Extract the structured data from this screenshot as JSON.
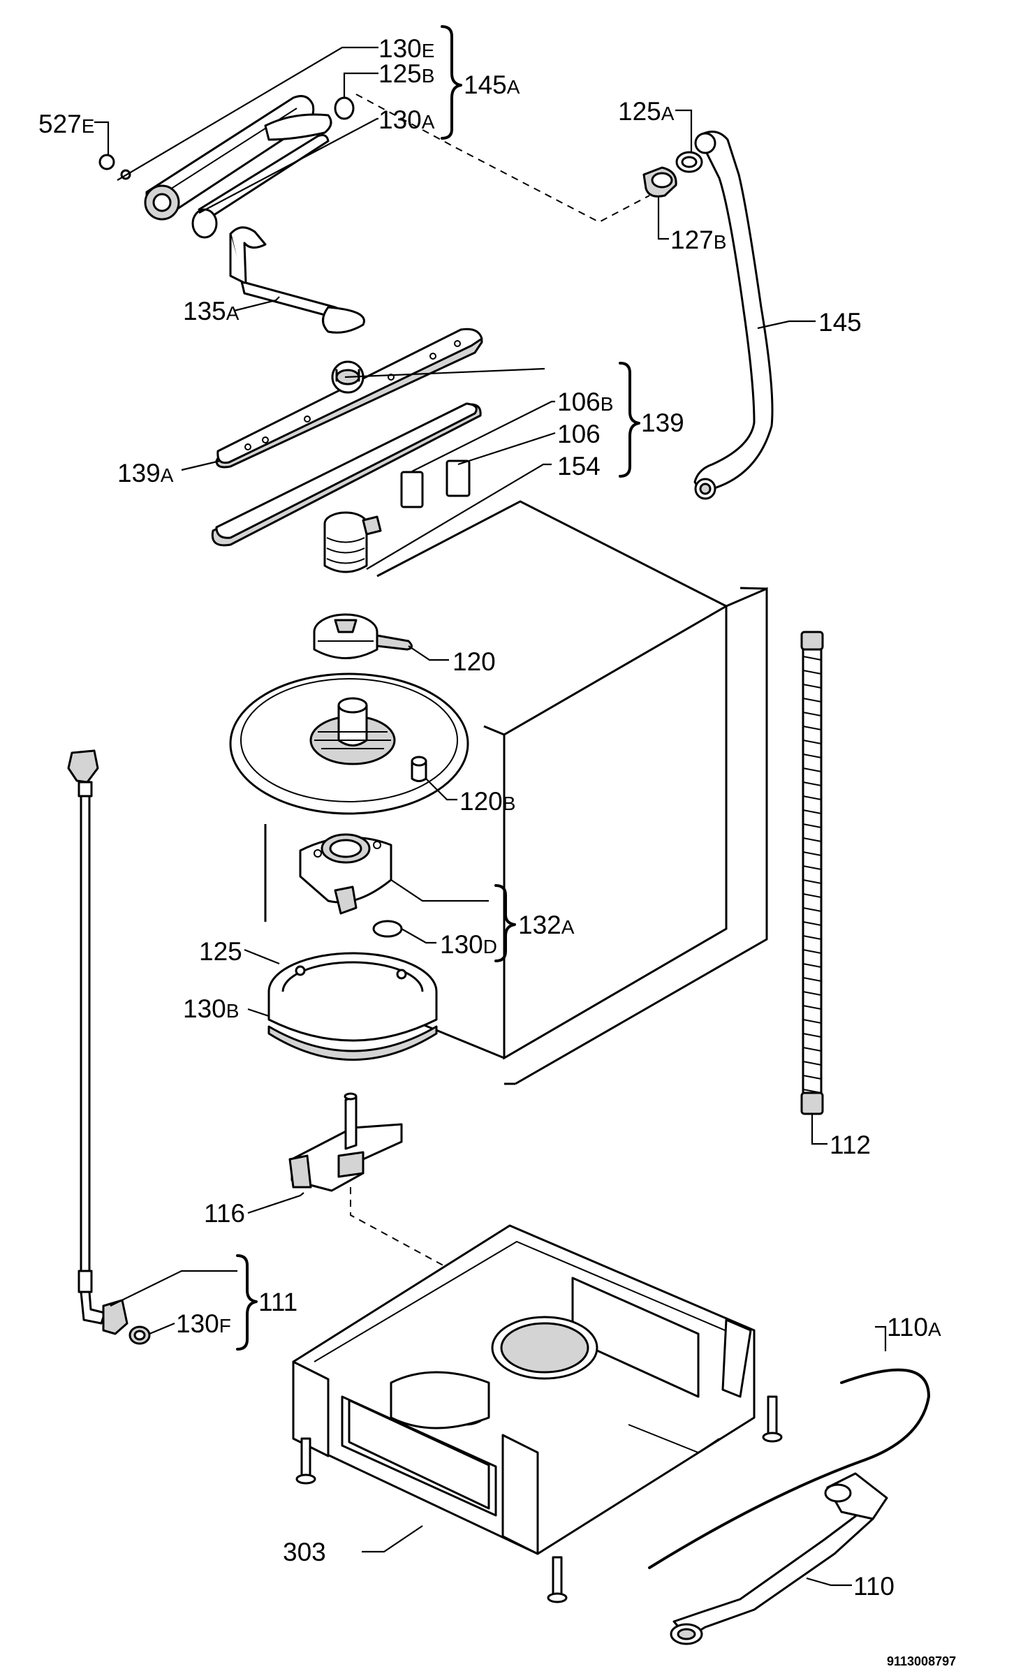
{
  "labels": {
    "l130E": {
      "num": "130",
      "suffix": "E"
    },
    "l125B": {
      "num": "125",
      "suffix": "B"
    },
    "l130A": {
      "num": "130",
      "suffix": "A"
    },
    "l145A": {
      "num": "145",
      "suffix": "A"
    },
    "l527E": {
      "num": "527",
      "suffix": "E"
    },
    "l125A": {
      "num": "125",
      "suffix": "A"
    },
    "l127B": {
      "num": "127",
      "suffix": "B"
    },
    "l135A": {
      "num": "135",
      "suffix": "A"
    },
    "l145": {
      "num": "145",
      "suffix": ""
    },
    "l106B": {
      "num": "106",
      "suffix": "B"
    },
    "l106": {
      "num": "106",
      "suffix": ""
    },
    "l154": {
      "num": "154",
      "suffix": ""
    },
    "l139": {
      "num": "139",
      "suffix": ""
    },
    "l139A": {
      "num": "139",
      "suffix": "A"
    },
    "l120": {
      "num": "120",
      "suffix": ""
    },
    "l120B": {
      "num": "120",
      "suffix": "B"
    },
    "l132A": {
      "num": "132",
      "suffix": "A"
    },
    "l130D": {
      "num": "130",
      "suffix": "D"
    },
    "l125": {
      "num": "125",
      "suffix": ""
    },
    "l130B": {
      "num": "130",
      "suffix": "B"
    },
    "l112": {
      "num": "112",
      "suffix": ""
    },
    "l116": {
      "num": "116",
      "suffix": ""
    },
    "l111": {
      "num": "111",
      "suffix": ""
    },
    "l130F": {
      "num": "130",
      "suffix": "F"
    },
    "l110A": {
      "num": "110",
      "suffix": "A"
    },
    "l303": {
      "num": "303",
      "suffix": ""
    },
    "l110": {
      "num": "110",
      "suffix": ""
    }
  },
  "drawing_code": "9113008797"
}
